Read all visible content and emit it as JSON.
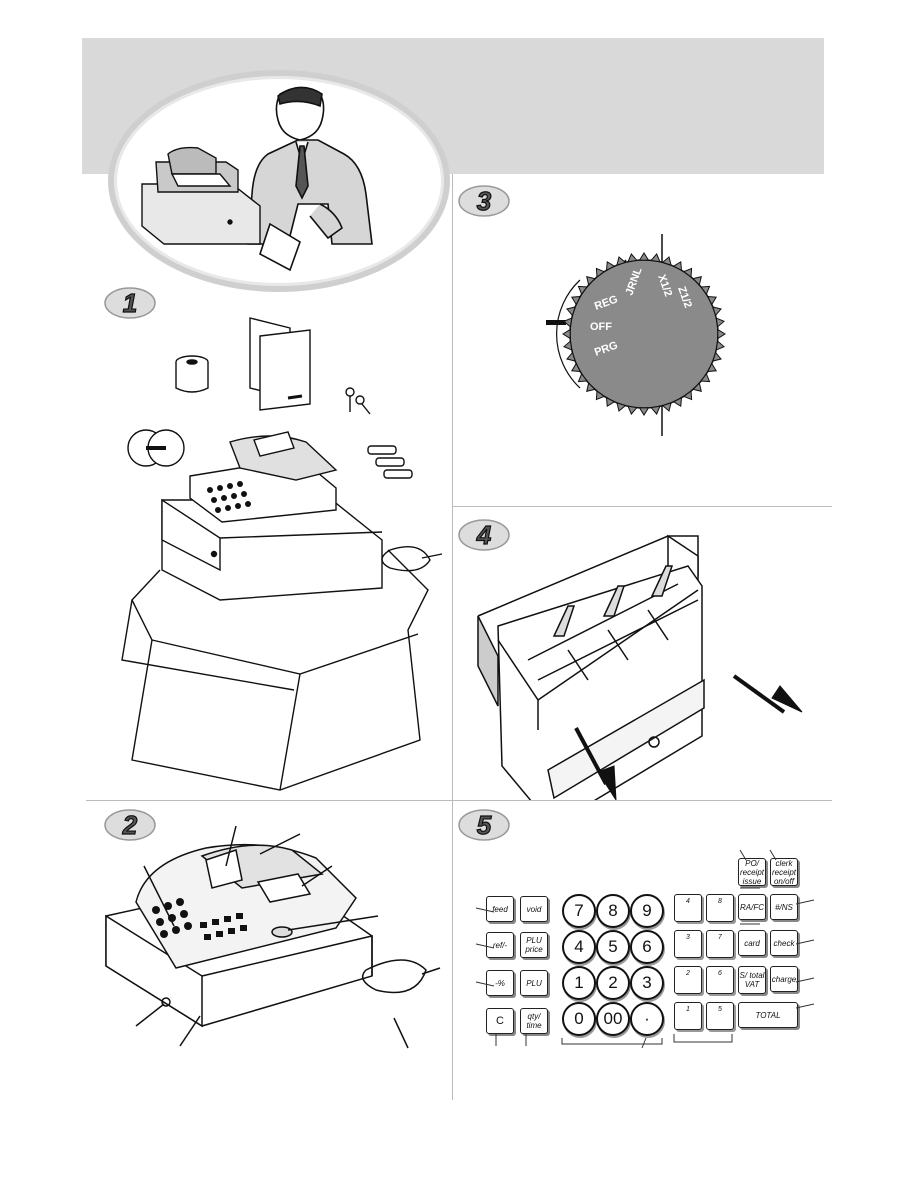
{
  "steps": [
    "1",
    "2",
    "3",
    "4",
    "5"
  ],
  "dial": {
    "positions": [
      "REG",
      "OFF",
      "PRG",
      "JRNL",
      "X1/2",
      "Z1/2"
    ]
  },
  "keyboard": {
    "function_keys": [
      {
        "label": "feed"
      },
      {
        "label": "void"
      },
      {
        "label": "ref/-"
      },
      {
        "label": "PLU price"
      },
      {
        "label": "-%"
      },
      {
        "label": "PLU"
      },
      {
        "label": "C"
      },
      {
        "label": "qty/ time"
      }
    ],
    "numeric_keys": [
      "7",
      "8",
      "9",
      "4",
      "5",
      "6",
      "1",
      "2",
      "3",
      "0",
      "00",
      "·"
    ],
    "department_keys": [
      "4",
      "8",
      "3",
      "7",
      "2",
      "6",
      "1",
      "5"
    ],
    "right_keys": [
      {
        "label": "PO/ receipt issue"
      },
      {
        "label": "clerk receipt on/off"
      },
      {
        "label": "RA/FC"
      },
      {
        "label": "#/NS"
      },
      {
        "label": "card"
      },
      {
        "label": "check"
      },
      {
        "label": "S/ total VAT"
      },
      {
        "label": "charge"
      },
      {
        "label": "TOTAL"
      }
    ]
  }
}
